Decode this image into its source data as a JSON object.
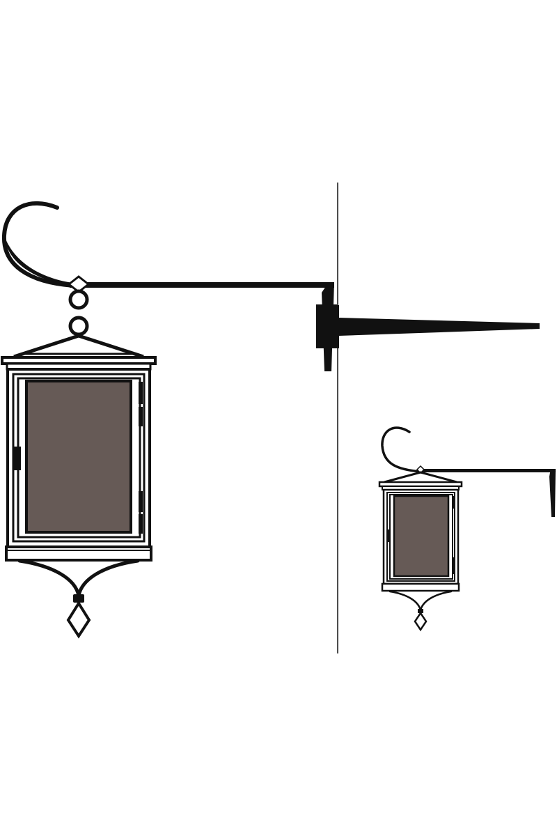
{
  "colors": {
    "background": "#ffffff",
    "ink": "#111111",
    "glass": "#665a56"
  },
  "illustration": {
    "large_lantern": {
      "style": "hanging lantern on scroll bracket",
      "glass_panes": 1
    },
    "small_lantern": {
      "style": "hanging lantern on scroll bracket",
      "glass_panes": 1
    },
    "wall_line": "vertical",
    "side_bracket": "tapered spike"
  }
}
